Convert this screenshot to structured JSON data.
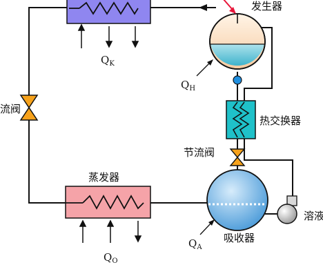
{
  "labels": {
    "generator": "发生器",
    "heat_exchanger": "热交换器",
    "throttle_valve_solution": "节流阀",
    "throttle_valve_refrigerant": "流阀",
    "evaporator": "蒸发器",
    "absorber": "吸收器",
    "pump": "溶液",
    "q_condenser": {
      "main": "Q",
      "sub": "K"
    },
    "q_generator": {
      "main": "Q",
      "sub": "H"
    },
    "q_evaporator": {
      "main": "Q",
      "sub": "O"
    },
    "q_absorber": {
      "main": "Q",
      "sub": "A"
    }
  },
  "colors": {
    "condenser_fill": "#8f86f0",
    "evaporator_fill": "#f5a3a8",
    "heat_exchanger_fill": "#1fc1c9",
    "valve_fill": "#f7a21b",
    "generator_top": "#fce3c7",
    "generator_liquid": "#6ec8d8",
    "absorber_fill": "#6fb3e6",
    "pump_fill": "#d9d9d9",
    "node_dot": "#1f8fe0",
    "heat_arrow": "#e8163a"
  }
}
